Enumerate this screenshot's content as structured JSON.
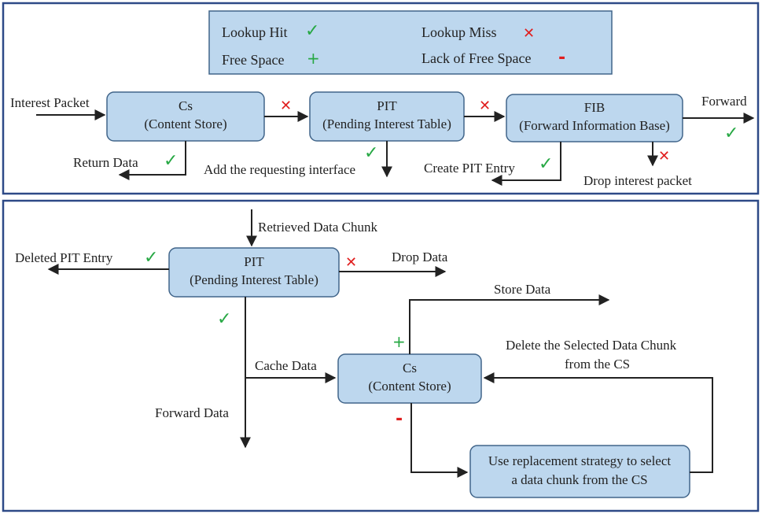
{
  "legend": {
    "lookup_hit": "Lookup Hit",
    "lookup_miss": "Lookup Miss",
    "free_space": "Free Space",
    "lack_free_space": "Lack of Free Space",
    "check": "✓",
    "cross": "✕",
    "plus": "+",
    "minus": "-"
  },
  "interest": {
    "input_label": "Interest Packet",
    "cs": {
      "title": "Cs",
      "subtitle": "(Content Store)"
    },
    "pit": {
      "title": "PIT",
      "subtitle": "(Pending Interest Table)"
    },
    "fib": {
      "title": "FIB",
      "subtitle": "(Forward Information Base)"
    },
    "return_data": "Return Data",
    "add_interface": "Add the requesting interface",
    "create_pit": "Create PIT Entry",
    "drop_interest": "Drop interest packet",
    "forward": "Forward"
  },
  "data": {
    "retrieved": "Retrieved Data Chunk",
    "pit": {
      "title": "PIT",
      "subtitle": "(Pending Interest Table)"
    },
    "deleted_pit": "Deleted PIT Entry",
    "drop_data": "Drop Data",
    "store_data": "Store Data",
    "cache_data": "Cache Data",
    "forward_data": "Forward Data",
    "cs": {
      "title": "Cs",
      "subtitle": "(Content Store)"
    },
    "delete_selected_1": "Delete the Selected Data Chunk",
    "delete_selected_2": "from the CS",
    "replace_1": "Use replacement strategy to select",
    "replace_2": "a data chunk from the CS"
  },
  "colors": {
    "node_fill": "#bdd7ee",
    "node_stroke": "#41658a",
    "panel_border": "#2e4a87",
    "check": "#27a844",
    "cross": "#e01e1e"
  }
}
